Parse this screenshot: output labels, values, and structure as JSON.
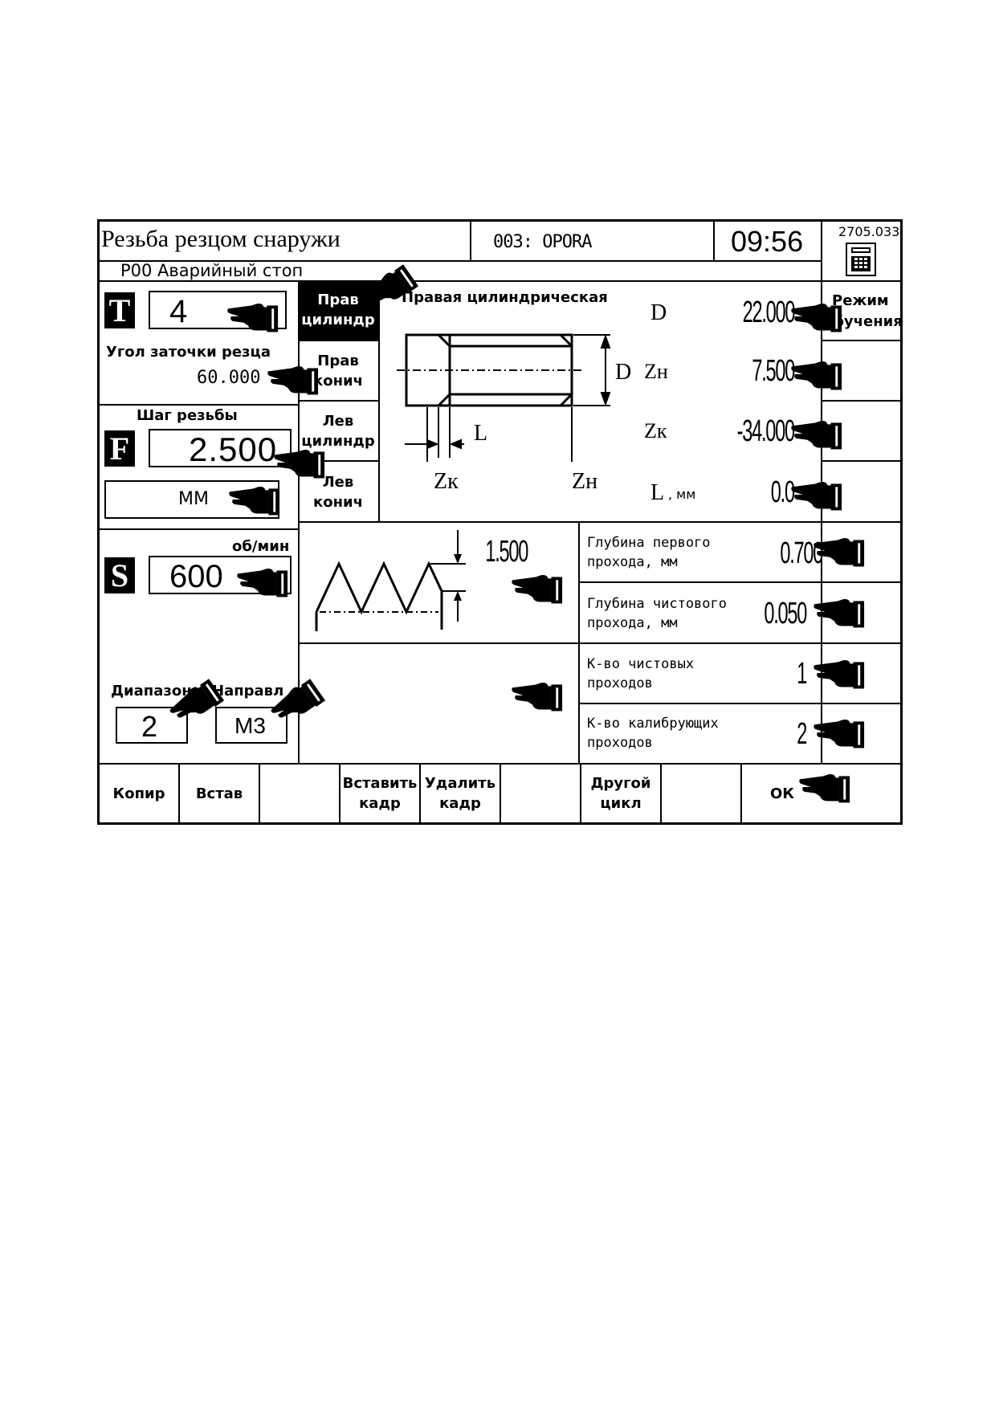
{
  "header": {
    "title": "Резьба резцом снаружи",
    "program": "003: OPORA",
    "time": "09:56",
    "code": "2705.033",
    "status": "P00 Аварийный стоп",
    "calculator_icon": "calculator-icon"
  },
  "tool": {
    "letter": "T",
    "value": "4",
    "angle_label": "Угол заточки резца",
    "angle_value": "60.000"
  },
  "feed": {
    "label": "Шаг резьбы",
    "letter": "F",
    "value": "2.500",
    "unit": "ММ"
  },
  "speed": {
    "unit": "об/мин",
    "letter": "S",
    "value": "600"
  },
  "range": {
    "range_label": "Диапазон",
    "dir_label": "Направл",
    "range_value": "2",
    "dir_value": "М3"
  },
  "thread_types": [
    {
      "line1": "Прав",
      "line2": "цилиндр",
      "selected": true
    },
    {
      "line1": "Прав",
      "line2": "конич",
      "selected": false
    },
    {
      "line1": "Лев",
      "line2": "цилиндр",
      "selected": false
    },
    {
      "line1": "Лев",
      "line2": "конич",
      "selected": false
    }
  ],
  "diagram": {
    "title": "Правая цилиндрическая",
    "label_d": "D",
    "label_l": "L",
    "label_zk": "Zк",
    "label_zn": "Zн"
  },
  "params": [
    {
      "label": "D",
      "value": "22.000"
    },
    {
      "label": "Zн",
      "value": "7.500"
    },
    {
      "label": "Zк",
      "value": "-34.000"
    },
    {
      "label": "L",
      "suffix": ", мм",
      "value": "0.0"
    }
  ],
  "profile": {
    "depth_value": "1.500"
  },
  "pass_params": [
    {
      "line1": "Глубина первого",
      "line2": "прохода, мм",
      "value": "0.700"
    },
    {
      "line1": "Глубина чистового",
      "line2": "прохода, мм",
      "value": "0.050"
    },
    {
      "line1": "К-во чистовых",
      "line2": "проходов",
      "value": "1"
    },
    {
      "line1": "К-во калибрующих",
      "line2": "проходов",
      "value": "2"
    }
  ],
  "right_keys": {
    "mode_line1": "Режим",
    "mode_line2": "обучения"
  },
  "softkeys": [
    {
      "line1": "Копир",
      "line2": ""
    },
    {
      "line1": "Встав",
      "line2": ""
    },
    {
      "line1": "",
      "line2": ""
    },
    {
      "line1": "Вставить",
      "line2": "кадр"
    },
    {
      "line1": "Удалить",
      "line2": "кадр"
    },
    {
      "line1": "",
      "line2": ""
    },
    {
      "line1": "Другой",
      "line2": "цикл"
    },
    {
      "line1": "",
      "line2": ""
    },
    {
      "line1": "ОК",
      "line2": ""
    }
  ]
}
